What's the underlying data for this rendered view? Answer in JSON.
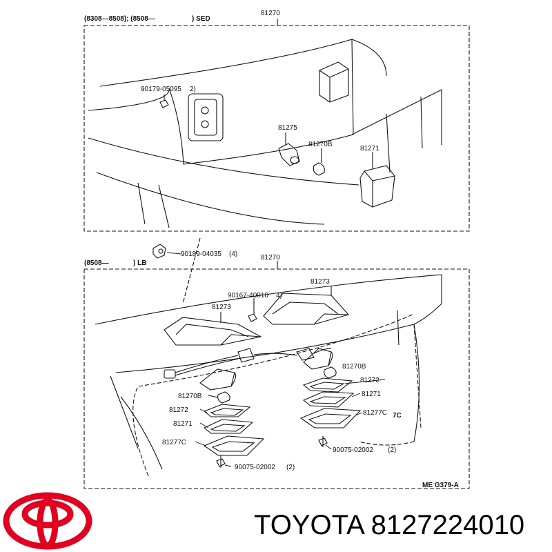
{
  "top_section": {
    "model_range": "(8308—8508); (8508—",
    "body_type": ") SED",
    "assembly_number": "81270",
    "labels": {
      "screw": "90179-05095",
      "screw_qty": "2)",
      "socket": "81275",
      "bulb": "81270B",
      "lamp": "81271"
    }
  },
  "bottom_section": {
    "model_range": "(8508—",
    "body_type": ") LB",
    "assembly_number": "81270",
    "labels": {
      "clip": "90189-04035",
      "clip_qty": "(4)",
      "screw_top": "90167-40010",
      "screw_top_qty": "4)",
      "bracket_right": "81273",
      "bracket_left": "81273",
      "bulb_right": "81270B",
      "gasket_right": "81272",
      "lens_right": "81271",
      "cover_right": "81277C",
      "cover_right_suffix": "7C",
      "bulb_left": "81270B",
      "gasket_left": "81272",
      "lens_left": "81271",
      "cover_left": "81277C",
      "screw_right": "90075-02002",
      "screw_right_qty": "(2)",
      "screw_left": "90075-02002",
      "screw_left_qty": "(2)"
    },
    "drawing_code": "ME  G379-A"
  },
  "brand": {
    "caption": "TOYOTA 8127224010",
    "logo_color": "#e1001e"
  }
}
